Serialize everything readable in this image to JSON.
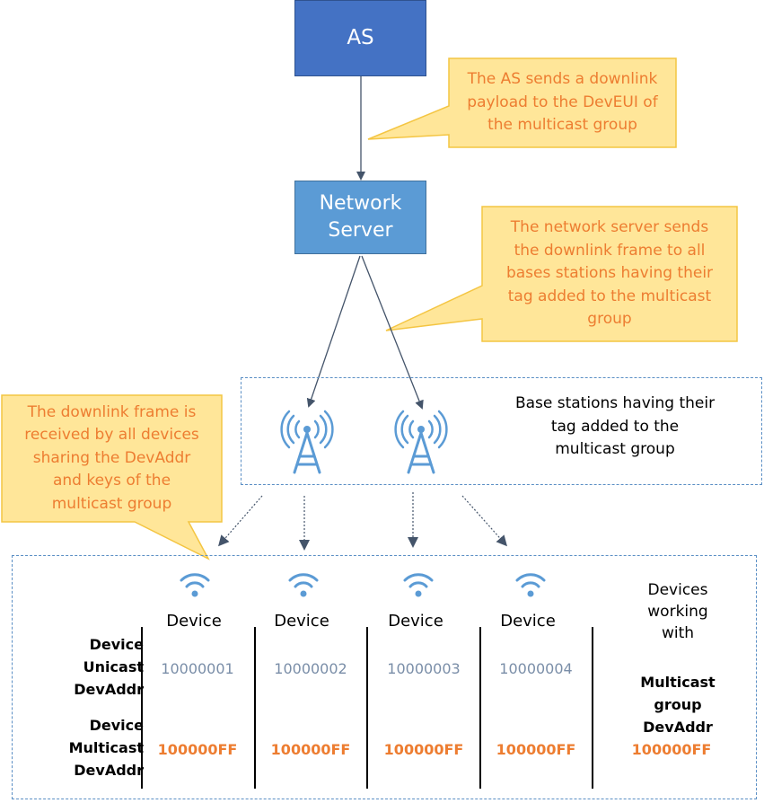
{
  "as_box": {
    "label": "AS"
  },
  "network_server": {
    "label_line1": "Network",
    "label_line2": "Server"
  },
  "callouts": {
    "as_sends": [
      "The AS sends a downlink",
      "payload to the DevEUI of",
      "the multicast group"
    ],
    "ns_sends": [
      "The network server sends",
      "the downlink frame to all",
      "bases stations having their",
      "tag added to the multicast",
      "group"
    ],
    "devices_receive": [
      "The downlink frame is",
      "received by all devices",
      "sharing the DevAddr",
      "and keys of the",
      "multicast group"
    ]
  },
  "base_stations": {
    "label": [
      "Base stations having their",
      "tag added to the",
      "multicast group"
    ]
  },
  "devices": [
    {
      "label": "Device",
      "unicast": "10000001",
      "multicast": "100000FF"
    },
    {
      "label": "Device",
      "unicast": "10000002",
      "multicast": "100000FF"
    },
    {
      "label": "Device",
      "unicast": "10000003",
      "multicast": "100000FF"
    },
    {
      "label": "Device",
      "unicast": "10000004",
      "multicast": "100000FF"
    }
  ],
  "row_labels": {
    "unicast": [
      "Device",
      "Unicast",
      "DevAddr"
    ],
    "multicast": [
      "Device",
      "Multicast",
      "DevAddr"
    ]
  },
  "right_column": {
    "title": [
      "Devices",
      "working",
      "with"
    ],
    "group_label": [
      "Multicast",
      "group",
      "DevAddr"
    ],
    "group_value": "100000FF"
  },
  "colors": {
    "as_fill": "#4472C4",
    "ns_fill": "#5B9BD5",
    "callout_fill": "#FFE699",
    "callout_text": "#ED7D31",
    "icon_blue": "#5B9BD5"
  }
}
